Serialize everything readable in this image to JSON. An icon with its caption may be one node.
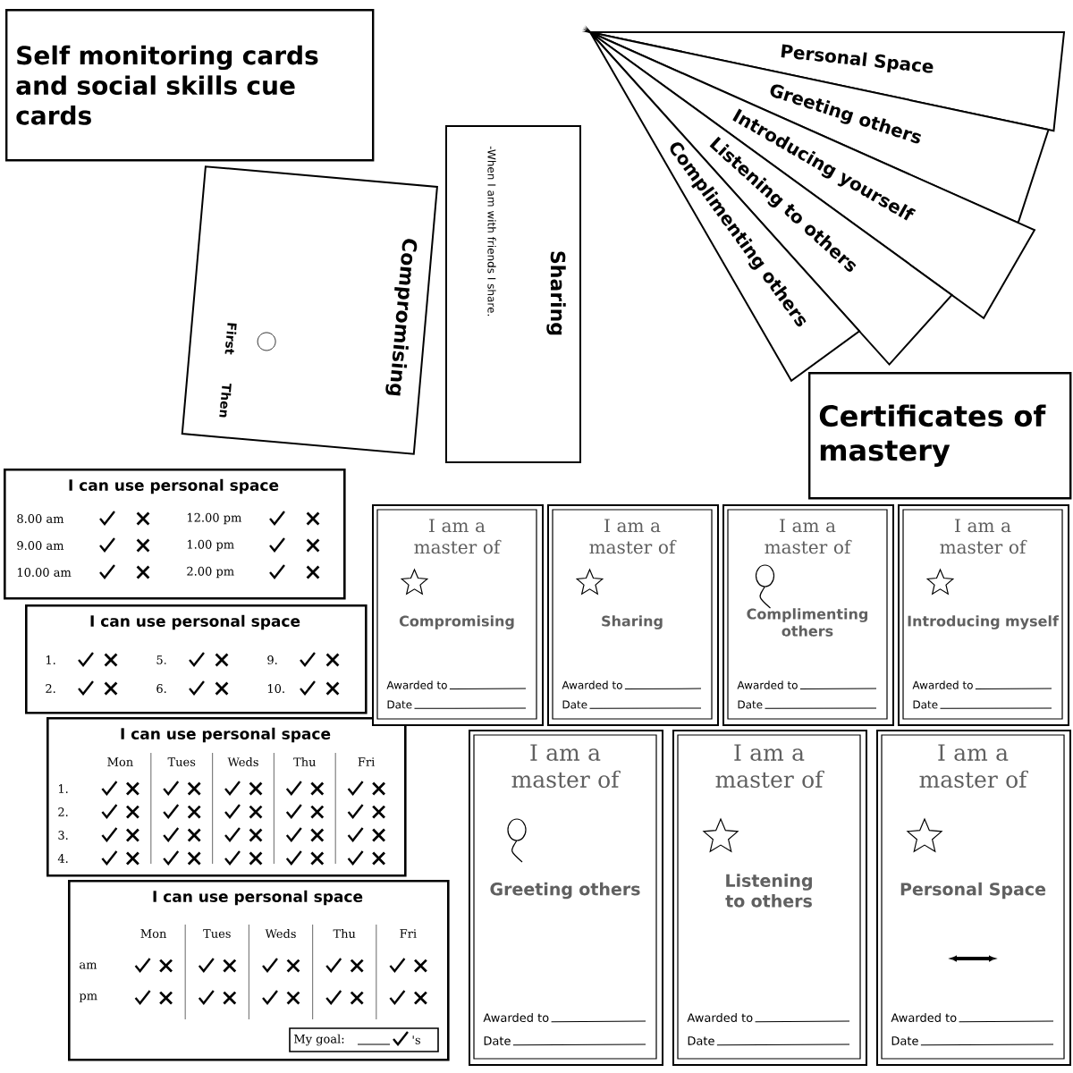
{
  "diagram": {
    "nodes": [
      {
        "text": [
          "Self monitoring cards and social skills cue cards"
        ]
      },
      {
        "text": [
          "Certificates of mastery"
        ]
      },
      {
        "text": [
          "Personal Space"
        ]
      },
      {
        "text": [
          "Greeting others"
        ]
      },
      {
        "text": [
          "Introducing yourself"
        ]
      },
      {
        "text": [
          "Listening to others"
        ]
      },
      {
        "text": [
          "Complimenting others"
        ]
      },
      {
        "text": [
          "Sharing",
          "-When I am with friends I share."
        ]
      },
      {
        "text": [
          "Compromising",
          "First",
          "Then"
        ]
      },
      {
        "text": [
          "I can use personal space",
          "8.00 am",
          "9.00 am",
          "10.00 am",
          "12.00 pm",
          "1.00 pm",
          "2.00 pm"
        ]
      },
      {
        "text": [
          "I can use personal space",
          "1.",
          "5.",
          "9.",
          "2.",
          "6.",
          "10."
        ]
      },
      {
        "text": [
          "I can use personal space",
          "Mon",
          "Tues",
          "Weds",
          "Thu",
          "Fri",
          "1.",
          "2.",
          "3.",
          "4."
        ]
      },
      {
        "text": [
          "I can use personal space",
          "Mon",
          "Tues",
          "Weds",
          "Thu",
          "Fri",
          "am",
          "pm",
          "My goal:",
          "'s"
        ]
      },
      {
        "text": [
          "I am a master of",
          "Compromising",
          "Awarded to",
          "Date"
        ]
      },
      {
        "text": [
          "I am a master of",
          "Sharing",
          "Awarded to",
          "Date"
        ]
      },
      {
        "text": [
          "I am a master of",
          "Complimenting others",
          "Awarded to",
          "Date"
        ]
      },
      {
        "text": [
          "I am a master of",
          "Introducing myself",
          "Awarded to",
          "Date"
        ]
      },
      {
        "text": [
          "I am a master of",
          "Greeting others",
          "Awarded to",
          "Date"
        ]
      },
      {
        "text": [
          "I am a master of",
          "Listening to others",
          "Awarded to",
          "Date"
        ]
      },
      {
        "text": [
          "I am a master of",
          "Personal Space",
          "Awarded to",
          "Date"
        ]
      }
    ]
  }
}
